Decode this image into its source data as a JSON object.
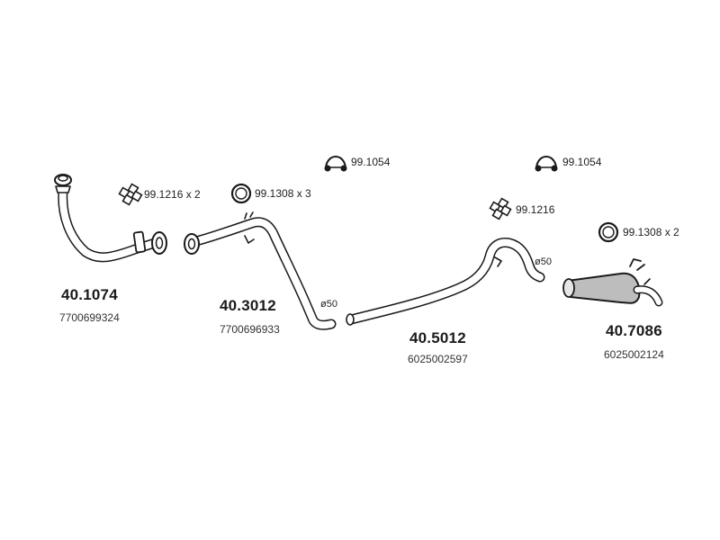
{
  "parts": [
    {
      "id": "p1",
      "number": "40.1074",
      "oem": "7700699324"
    },
    {
      "id": "p2",
      "number": "40.3012",
      "oem": "7700696933"
    },
    {
      "id": "p3",
      "number": "40.5012",
      "oem": "6025002597"
    },
    {
      "id": "p4",
      "number": "40.7086",
      "oem": "6025002124"
    }
  ],
  "accessories": [
    {
      "id": "a1",
      "label": "99.1216 x 2",
      "icon": "bolt-clamp-icon"
    },
    {
      "id": "a2",
      "label": "99.1308 x 3",
      "icon": "ring-gasket-icon"
    },
    {
      "id": "a3",
      "label": "99.1054",
      "icon": "u-clamp-icon"
    },
    {
      "id": "a4",
      "label": "99.1054",
      "icon": "u-clamp-icon"
    },
    {
      "id": "a5",
      "label": "99.1216",
      "icon": "bolt-clamp-icon"
    },
    {
      "id": "a6",
      "label": "99.1308 x 2",
      "icon": "ring-gasket-icon"
    }
  ],
  "diameters": [
    {
      "id": "d1",
      "label": "ø50"
    },
    {
      "id": "d2",
      "label": "ø50"
    }
  ],
  "colors": {
    "line": "#1a1a1a",
    "fill": "#ffffff",
    "muffler_shade": "#bdbdbd"
  }
}
